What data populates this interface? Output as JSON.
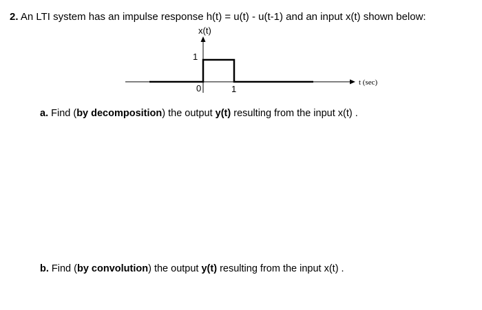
{
  "problem": {
    "number": "2.",
    "statement": "An LTI system has an impulse response h(t) = u(t) - u(t-1) and an input x(t) shown below:"
  },
  "figure": {
    "y_axis_label": "x(t)",
    "x_axis_label": "t (sec)",
    "y_tick": "1",
    "x_tick_zero": "0",
    "x_tick_one": "1"
  },
  "part_a": {
    "letter": "a.",
    "text1": " Find (",
    "bold1": "by decomposition",
    "text2": ") the output ",
    "bold2": "y(t)",
    "text3": " resulting from the input x(t) ."
  },
  "part_b": {
    "letter": "b.",
    "text1": " Find (",
    "bold1": "by convolution",
    "text2": ") the output ",
    "bold2": "y(t)",
    "text3": " resulting from the input x(t) ."
  }
}
